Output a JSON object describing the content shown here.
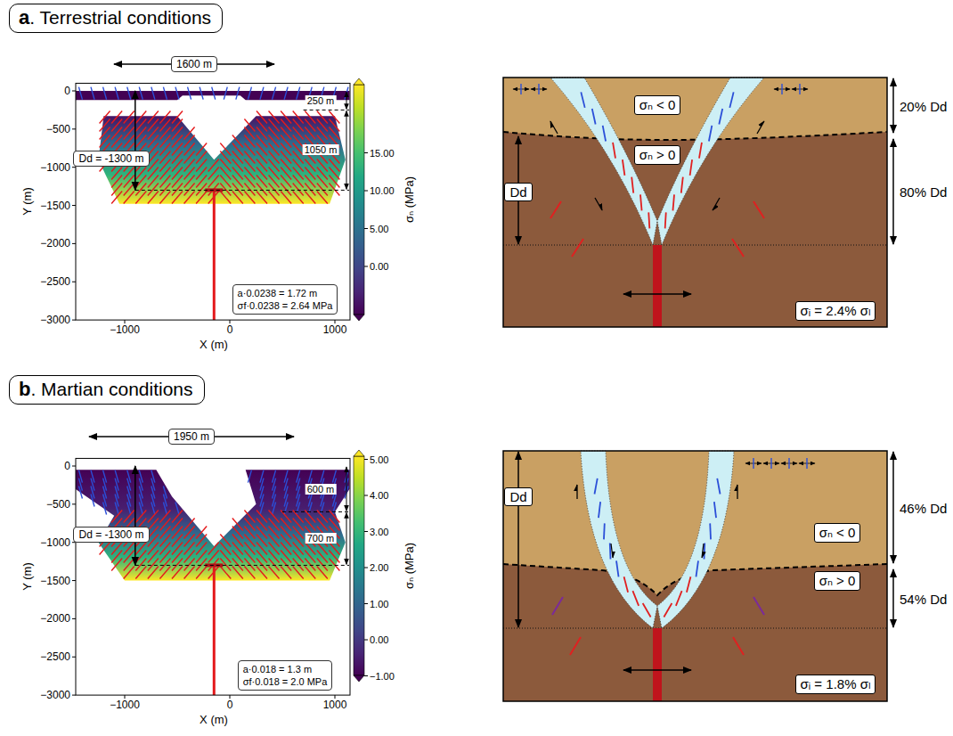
{
  "diagram": {
    "nodes": [
      {
        "text": [
          "a",
          ". Terrestrial conditions"
        ]
      },
      {
        "text": [
          "1600 m"
        ]
      },
      {
        "text": [
          "Dd = -1300 m"
        ]
      },
      {
        "text": [
          "a·0.0238 = 1.72 m",
          "σf·0.0238 = 2.64 MPa"
        ]
      },
      {
        "text": [
          "σₙ < 0"
        ]
      },
      {
        "text": [
          "σₙ > 0"
        ]
      },
      {
        "text": [
          "Dd"
        ]
      },
      {
        "text": [
          "σᵢ = 2.4% σₗ"
        ]
      },
      {
        "text": [
          "b",
          ". Martian conditions"
        ]
      },
      {
        "text": [
          "1950 m"
        ]
      },
      {
        "text": [
          "Dd = -1300 m"
        ]
      },
      {
        "text": [
          "a·0.018 = 1.3 m",
          "σf·0.018 = 2.0 MPa"
        ]
      },
      {
        "text": [
          "Dd"
        ]
      },
      {
        "text": [
          "σₙ < 0"
        ]
      },
      {
        "text": [
          "σₙ > 0"
        ]
      },
      {
        "text": [
          "σᵢ = 1.8% σₗ"
        ]
      }
    ],
    "labels": [
      "0",
      "−500",
      "−1000",
      "−1500",
      "−2000",
      "−2500",
      "−3000",
      "Y (m)",
      "−1000",
      "0",
      "1000",
      "X (m)",
      "15.00",
      "10.00",
      "5.00",
      "0.00",
      "σₙ (MPa)",
      "250 m",
      "1050 m",
      "20% Dd",
      "80% Dd",
      "0",
      "−500",
      "−1000",
      "−1500",
      "−2000",
      "−2500",
      "−3000",
      "Y (m)",
      "−1000",
      "0",
      "1000",
      "X (m)",
      "5.00",
      "4.00",
      "3.00",
      "2.00",
      "1.00",
      "0.00",
      "−1.00",
      "σₙ (MPa)",
      "600 m",
      "700 m",
      "46% Dd",
      "54% Dd"
    ]
  }
}
